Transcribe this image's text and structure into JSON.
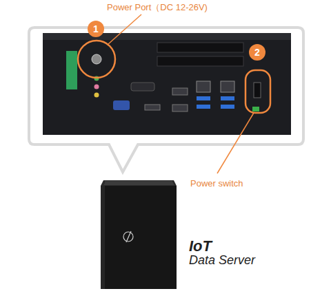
{
  "diagram": {
    "labels": [
      "Power Port（DC 12-26V)",
      "1",
      "2",
      "Power switch",
      "IoT",
      "Data Server"
    ]
  }
}
